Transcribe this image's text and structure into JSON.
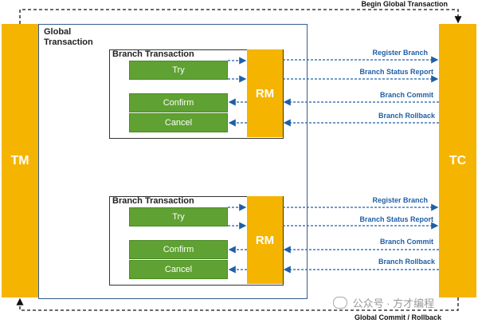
{
  "tm_label": "TM",
  "tc_label": "TC",
  "global": {
    "title_line1": "Global",
    "title_line2": "Transaction",
    "begin_label": "Begin Global Transaction",
    "end_label": "Global Commit / Rollback"
  },
  "branches": [
    {
      "title": "Branch Transaction",
      "try": "Try",
      "confirm": "Confirm",
      "cancel": "Cancel",
      "rm": "RM",
      "arrows": [
        "Register Branch",
        "Branch Status Report",
        "Branch Commit",
        "Branch Rollback"
      ]
    },
    {
      "title": "Branch Transaction",
      "try": "Try",
      "confirm": "Confirm",
      "cancel": "Cancel",
      "rm": "RM",
      "arrows": [
        "Register Branch",
        "Branch Status Report",
        "Branch Commit",
        "Branch Rollback"
      ]
    }
  ],
  "watermark": "公众号 · 方才编程",
  "colors": {
    "pillar": "#f5b400",
    "green": "#5fa132",
    "arrow": "#1f5fa6",
    "frame": "#355d8f"
  }
}
